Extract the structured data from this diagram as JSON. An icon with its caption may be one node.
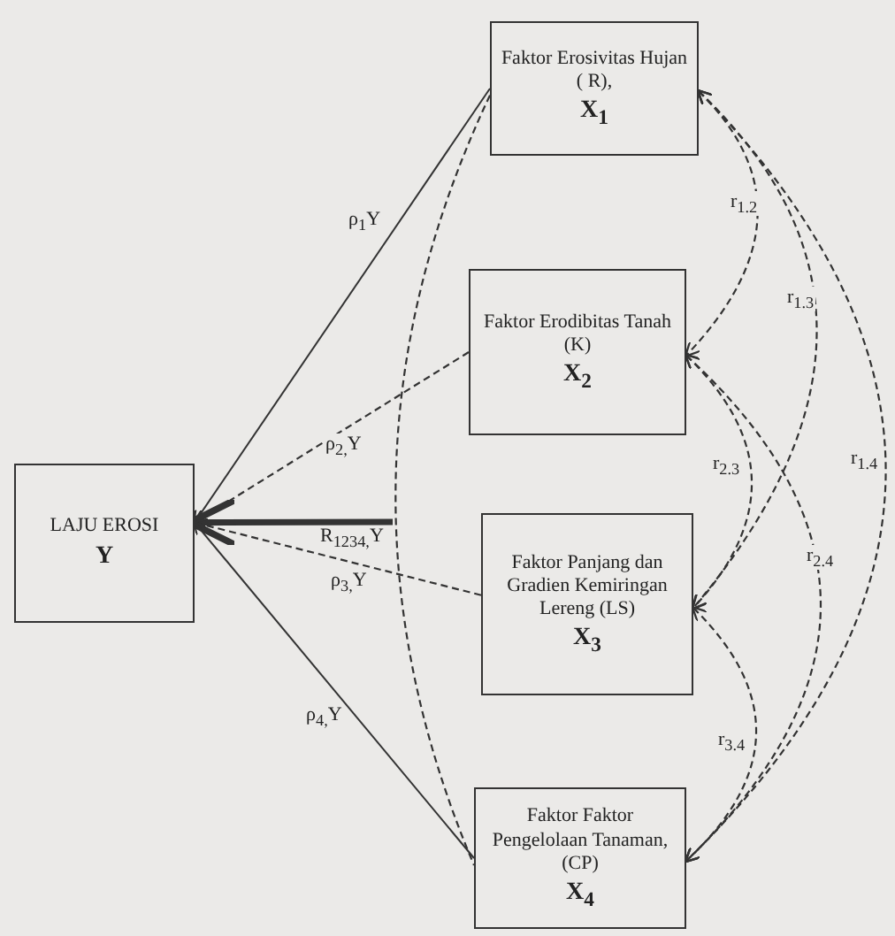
{
  "diagram": {
    "nodes": [
      {
        "text": [
          "LAJU EROSI",
          "Y"
        ]
      },
      {
        "text": [
          "Faktor Erosivitas Hujan ( R),",
          "X$_{1}$"
        ]
      },
      {
        "text": [
          "Faktor Erodibitas Tanah (K)",
          "X$_{2}$"
        ]
      },
      {
        "text": [
          "Faktor Panjang dan Gradien Kemiringan Lereng (LS)",
          "X$_{3}$"
        ]
      },
      {
        "text": [
          "Faktor Faktor Pengelolaan Tanaman, (CP)",
          "X$_{4}$"
        ]
      }
    ],
    "edges": [
      {
        "from": 1,
        "to": 0,
        "arrow": "to",
        "label": "ρ$_{1}$Y"
      },
      {
        "from": 2,
        "to": 0,
        "arrow": "to",
        "label": "ρ$_{2,}$Y",
        "style": "dashed"
      },
      {
        "from": null,
        "to": 0,
        "arrow": "to",
        "label": "R$_{1234,}$Y",
        "style": "thick"
      },
      {
        "from": 3,
        "to": 0,
        "arrow": "to",
        "label": "ρ$_{3,}$Y",
        "style": "dashed"
      },
      {
        "from": 4,
        "to": 0,
        "arrow": "to",
        "label": "ρ$_{4,}$Y"
      },
      {
        "from": 1,
        "to": 4,
        "arrow": "none",
        "style": "dashed"
      },
      {
        "from": 1,
        "to": 2,
        "arrow": "both",
        "label": "r$_{1.2}$",
        "style": "dashed"
      },
      {
        "from": 1,
        "to": 3,
        "arrow": "both",
        "label": "r$_{1.3}$",
        "style": "dashed"
      },
      {
        "from": 1,
        "to": 4,
        "arrow": "both",
        "label": "r$_{1.4}$",
        "style": "dashed"
      },
      {
        "from": 2,
        "to": 3,
        "arrow": "both",
        "label": "r$_{2.3}$",
        "style": "dashed"
      },
      {
        "from": 2,
        "to": 4,
        "arrow": "both",
        "label": "r$_{2.4}$",
        "style": "dashed"
      },
      {
        "from": 3,
        "to": 4,
        "arrow": "both",
        "label": "r$_{3.4}$",
        "style": "dashed"
      }
    ]
  }
}
